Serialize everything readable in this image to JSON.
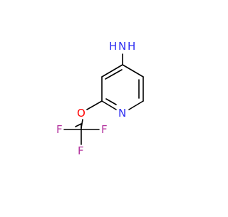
{
  "molecule": {
    "atoms": {
      "amine": {
        "symbol": "N",
        "hydrogens": "H",
        "color": "#2c2cf2"
      },
      "ring_nitrogen": {
        "symbol": "N",
        "color": "#2c2cf2"
      },
      "ether_oxygen": {
        "symbol": "O",
        "color": "#ff0000"
      },
      "fluorine_1": {
        "symbol": "F",
        "color": "#b3329d"
      },
      "fluorine_2": {
        "symbol": "F",
        "color": "#b3329d"
      },
      "fluorine_3": {
        "symbol": "F",
        "color": "#b3329d"
      }
    },
    "bond_color": "#000000"
  }
}
